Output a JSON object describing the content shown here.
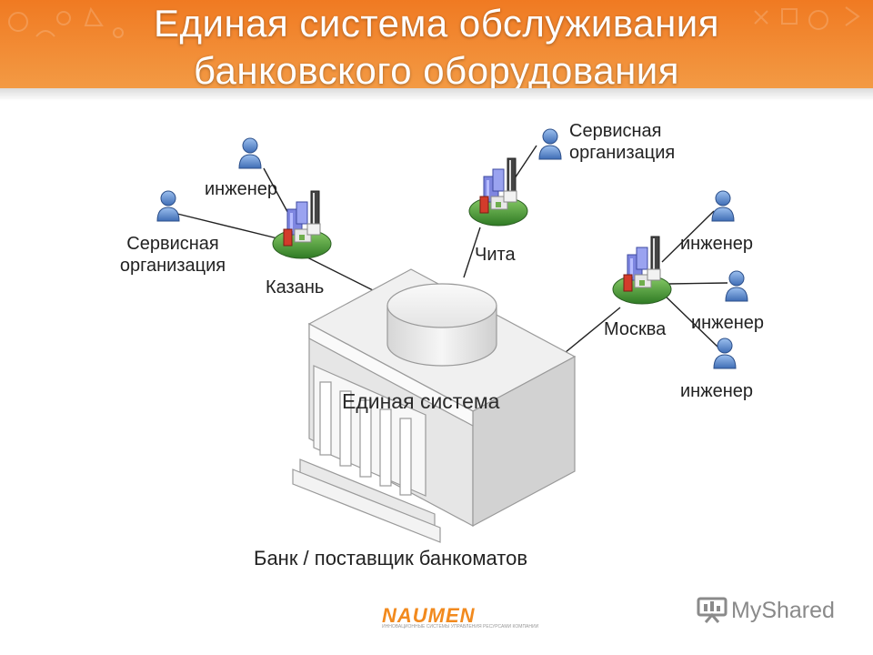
{
  "slide": {
    "title_line1": "Единая система обслуживания",
    "title_line2": "банковского оборудования"
  },
  "diagram": {
    "central_label": "Единая система",
    "caption": "Банк / поставщик банкоматов",
    "labels": {
      "engineer_kazan": "инженер",
      "service_org_kazan_l1": "Сервисная",
      "service_org_kazan_l2": "организация",
      "city_kazan": "Казань",
      "service_org_chita_l1": "Сервисная",
      "service_org_chita_l2": "организация",
      "city_chita": "Чита",
      "engineer_moscow_1": "инженер",
      "engineer_moscow_2": "инженер",
      "engineer_moscow_3": "инженер",
      "city_moscow": "Москва"
    }
  },
  "footer": {
    "naumen_logo": "NAUMEN",
    "naumen_tagline": "ИННОВАЦИОННЫЕ СИСТЕМЫ УПРАВЛЕНИЯ РЕСУРСАМИ КОМПАНИИ",
    "myshared_logo": "MyShared"
  },
  "colors": {
    "banner": "#f07a22",
    "person_icon": "#5b86c8",
    "city_disc": "#4f9a3a",
    "building_shade": "#dcdcdc",
    "naumen": "#f28a1e"
  }
}
